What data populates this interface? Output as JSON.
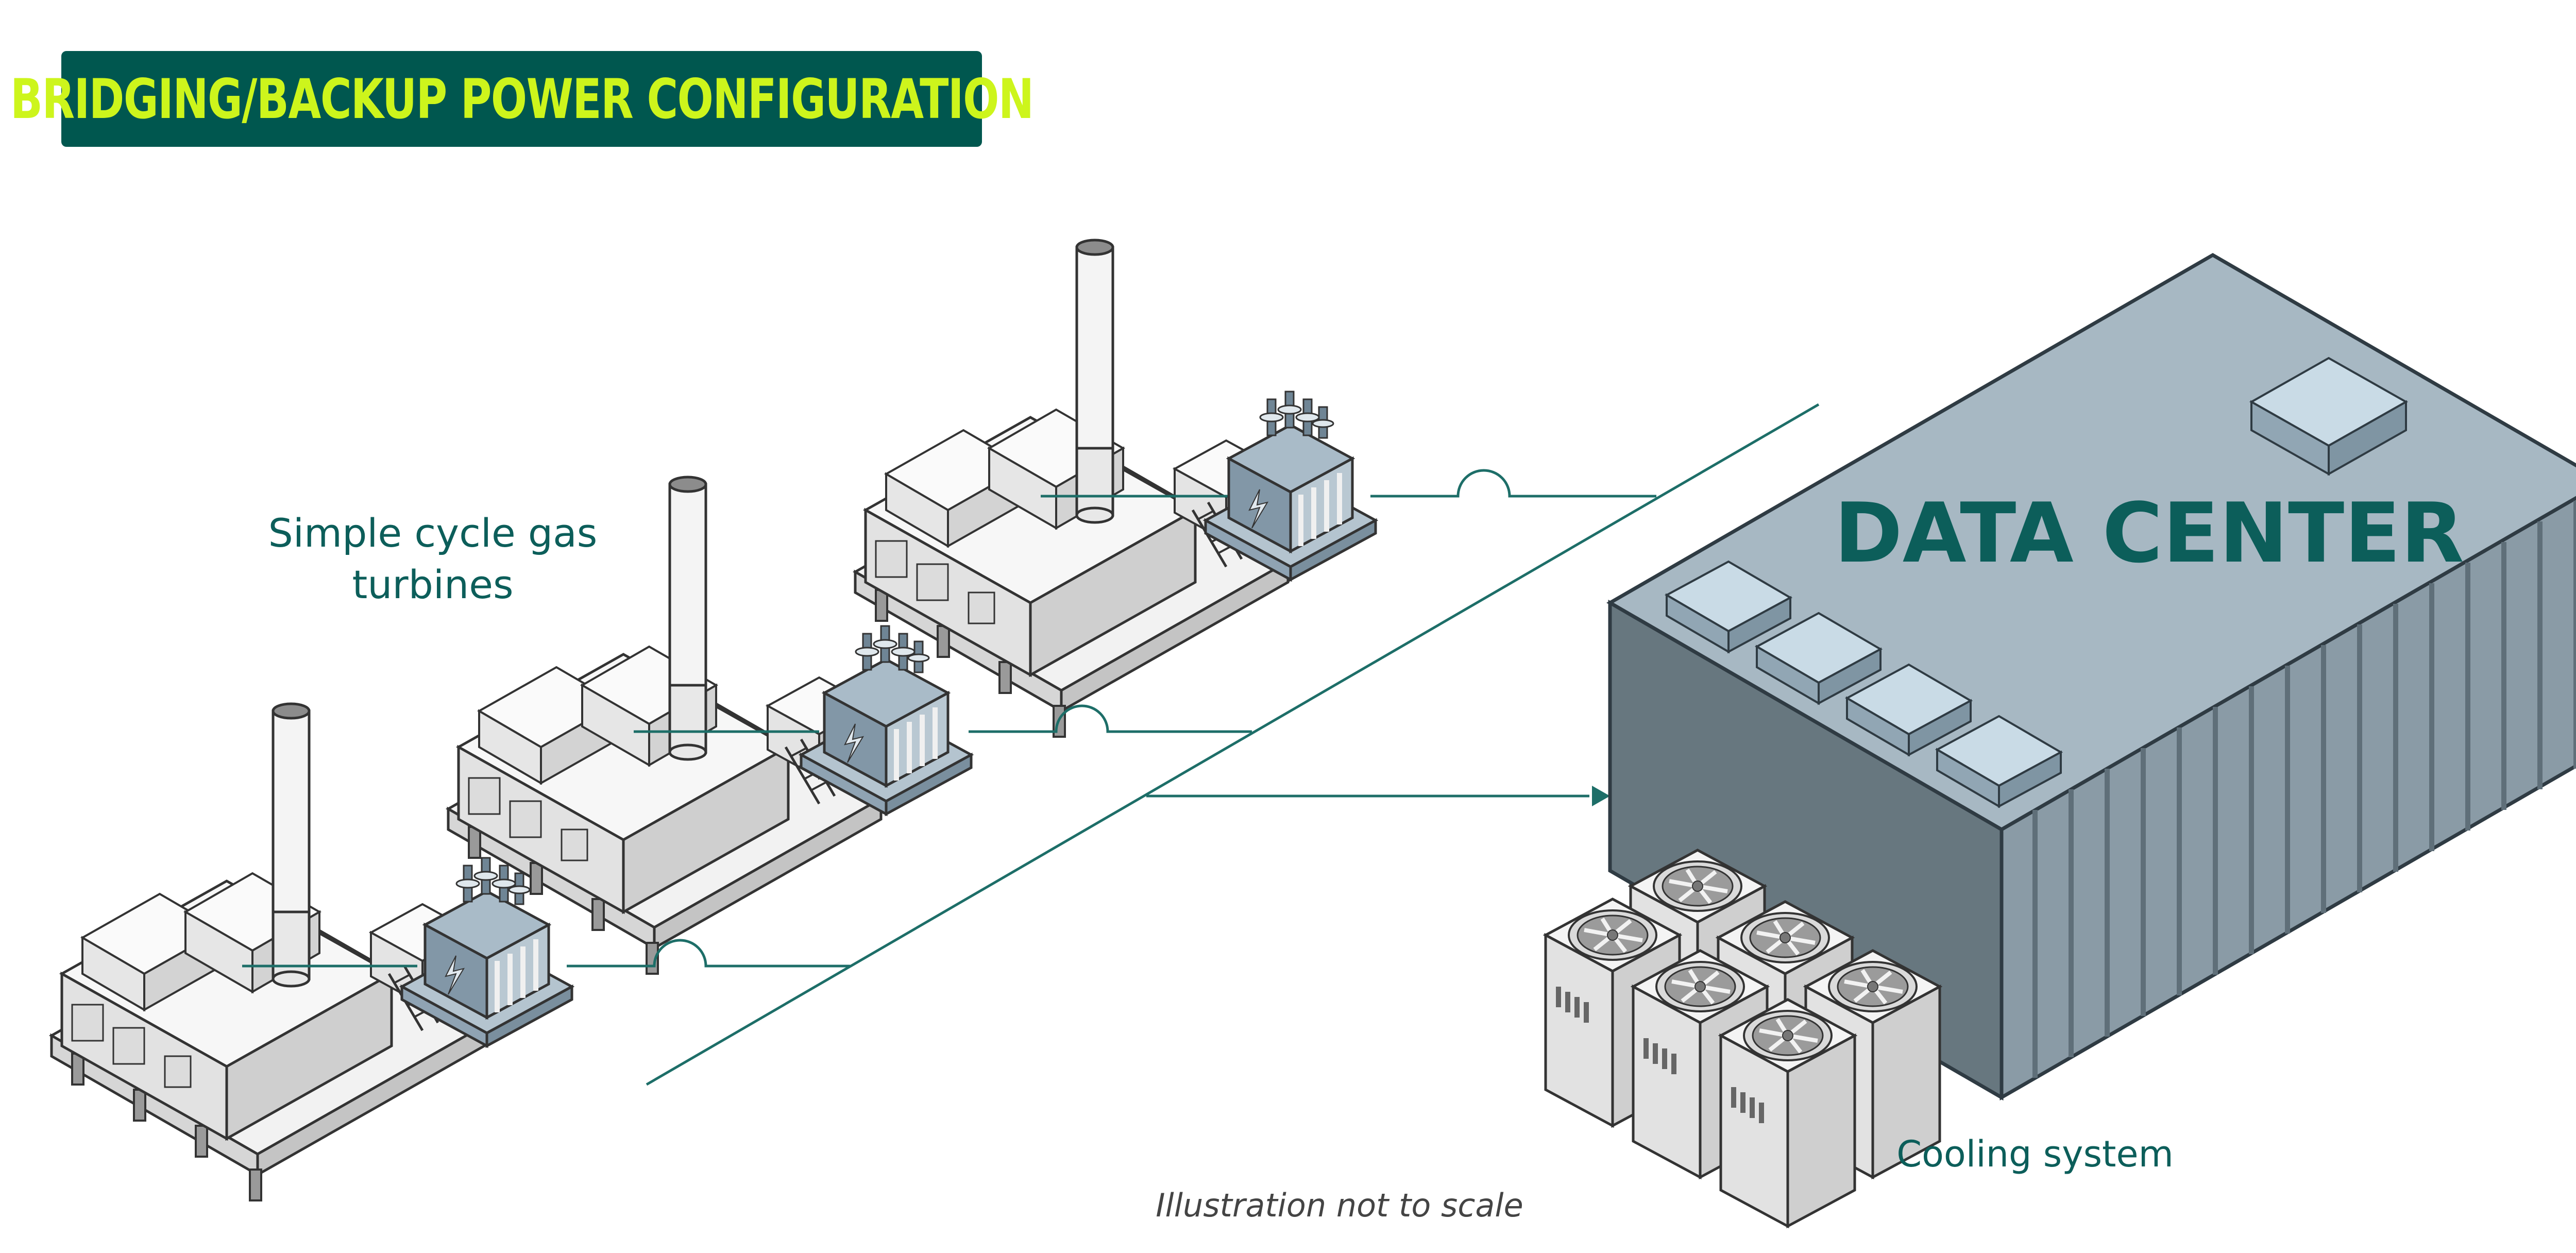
{
  "title": "BRIDGING/BACKUP POWER CONFIGURATION",
  "labels": {
    "turbines": "Simple cycle gas turbines",
    "data_center": "DATA CENTER",
    "cooling": "Cooling system",
    "note": "Illustration not to scale"
  },
  "colors": {
    "banner_bg": "#00574f",
    "banner_text": "#cdf51c",
    "teal_text": "#0c5e5a",
    "line": "#1d6e68",
    "dc_roof": "#a7b8c3",
    "dc_front": "#67777f",
    "dc_side": "#8a9ba6",
    "transformer": "#8fa3b3",
    "equipment": "#e8e8e8"
  },
  "icons": [
    "gas-turbine-icon",
    "transformer-icon",
    "data-center-building-icon",
    "cooling-unit-icon",
    "arrow-head-icon"
  ]
}
